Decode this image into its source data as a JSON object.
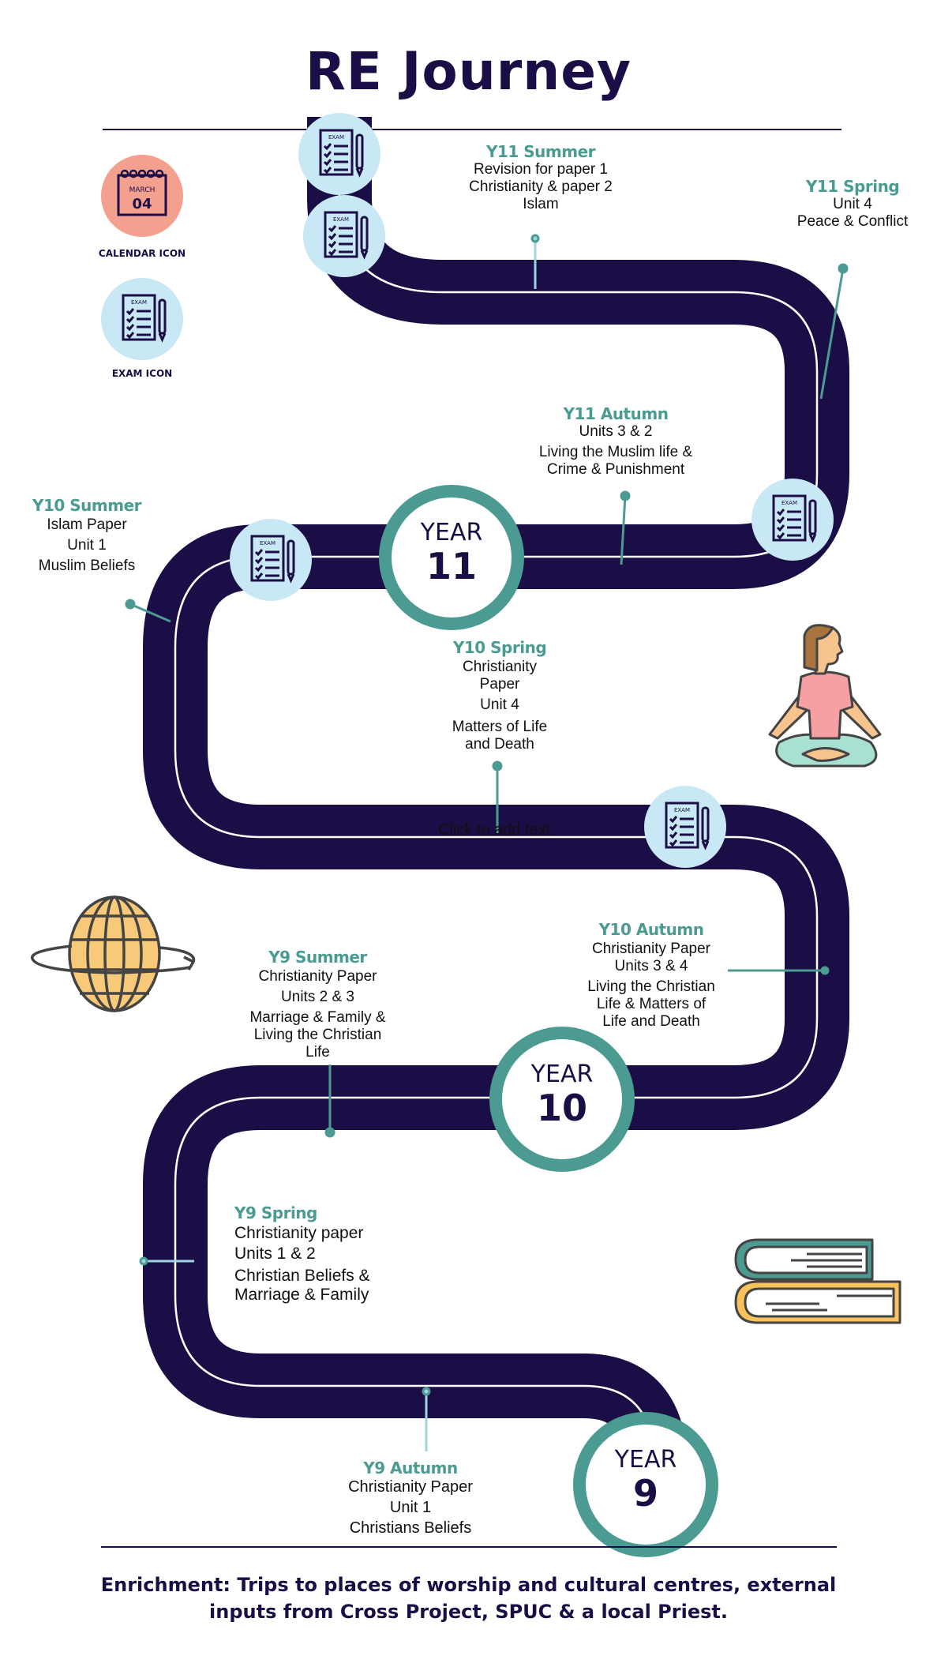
{
  "title": "RE  Journey",
  "legend": {
    "calendar": {
      "label": "CALENDAR ICON",
      "month": "MARCH",
      "day": "04",
      "icon": "calendar-icon",
      "color": "#f4a08f"
    },
    "exam": {
      "label": "EXAM ICON",
      "badge": "EXAM",
      "icon": "exam-icon",
      "color": "#c8e8f5"
    }
  },
  "colors": {
    "road": "#1b0d45",
    "accent": "#4c9b92",
    "heading": "#1b0d45"
  },
  "years": [
    {
      "label": "YEAR",
      "number": "11"
    },
    {
      "label": "YEAR",
      "number": "10"
    },
    {
      "label": "YEAR",
      "number": "9"
    }
  ],
  "stops": {
    "y11_summer": {
      "heading": "Y11 Summer",
      "lines": [
        "Revision for paper 1",
        "Christianity & paper 2",
        "Islam"
      ]
    },
    "y11_spring": {
      "heading": "Y11 Spring",
      "lines": [
        "Unit 4",
        "Peace & Conflict"
      ]
    },
    "y11_autumn": {
      "heading": "Y11 Autumn",
      "lines": [
        "Units 3 & 2",
        "Living the Muslim life &",
        "Crime & Punishment"
      ]
    },
    "y10_summer": {
      "heading": "Y10 Summer",
      "lines": [
        "Islam Paper",
        "Unit 1",
        "Muslim Beliefs"
      ]
    },
    "y10_spring": {
      "heading": "Y10 Spring",
      "lines": [
        "Christianity",
        "Paper",
        "Unit 4",
        "Matters of Life",
        "and Death"
      ]
    },
    "y10_autumn": {
      "heading": "Y10 Autumn",
      "lines": [
        "Christianity Paper",
        "Units 3 & 4",
        "Living the Christian",
        "Life & Matters of",
        "Life and Death"
      ]
    },
    "y9_summer": {
      "heading": "Y9 Summer",
      "lines": [
        "Christianity Paper",
        "Units 2 & 3",
        "Marriage & Family &",
        "Living the Christian",
        "Life"
      ]
    },
    "y9_spring": {
      "heading": "Y9 Spring",
      "lines": [
        "Christianity paper",
        "Units 1 & 2",
        "Christian Beliefs &",
        "Marriage & Family"
      ]
    },
    "y9_autumn": {
      "heading": "Y9 Autumn",
      "lines": [
        "Christianity Paper",
        "Unit 1",
        "Christians Beliefs"
      ]
    }
  },
  "placeholder_text": "Click to add text",
  "exam_badge": "EXAM",
  "illustrations": [
    "meditation-person-icon",
    "rotating-globe-icon",
    "stacked-books-icon"
  ],
  "footer": {
    "line1": "Enrichment: Trips to places of worship and cultural centres, external",
    "line2": "inputs from Cross Project, SPUC & a local Priest."
  }
}
